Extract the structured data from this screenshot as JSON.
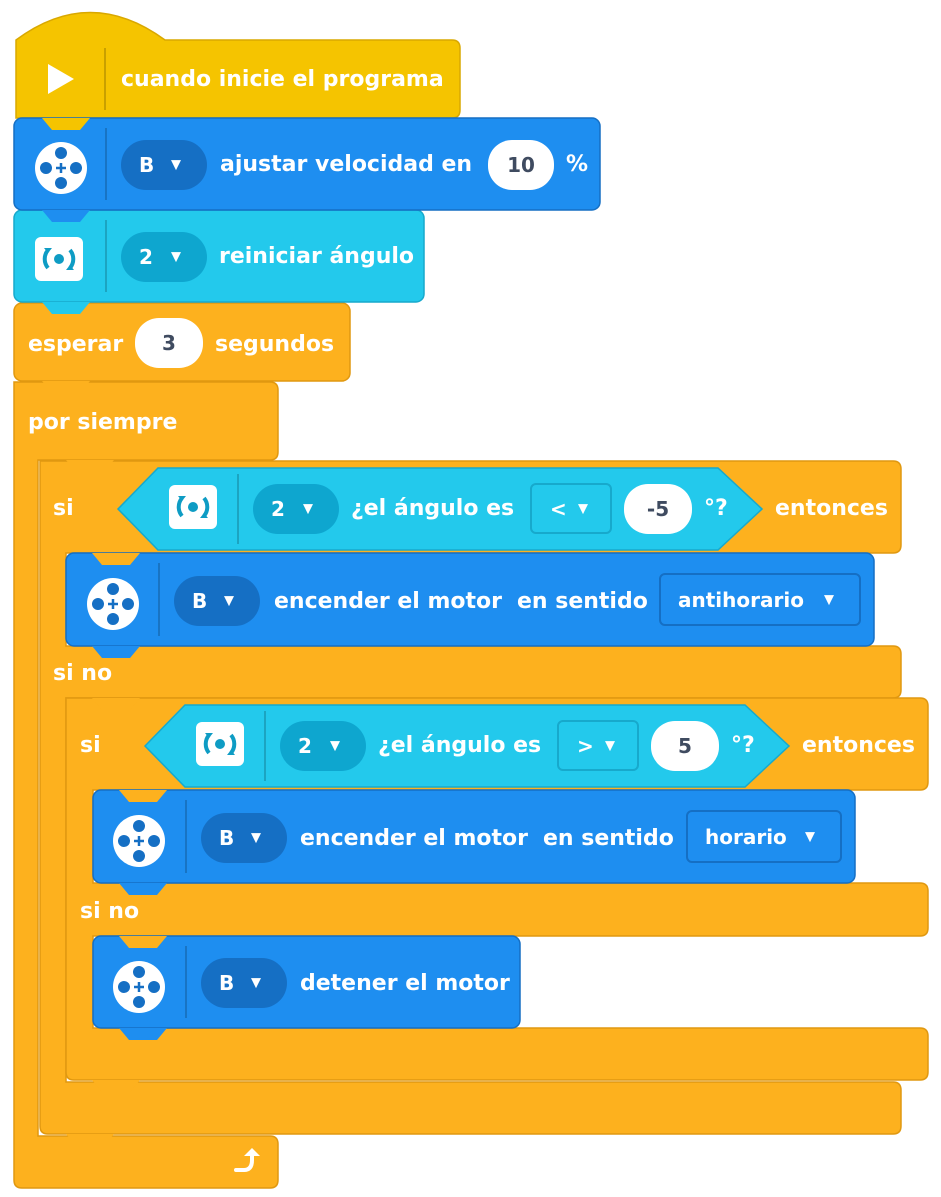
{
  "colors": {
    "event": "#F5C400",
    "motor": "#1E8EF0",
    "sensor": "#23C9EC",
    "control": "#FDB11E",
    "text": "#FFFFFF",
    "number": "#3F4B60"
  },
  "hat": {
    "icon": "play-icon",
    "label": "cuando inicie el programa"
  },
  "speed": {
    "icon": "motor-icon",
    "port": "B",
    "label": "ajustar velocidad en",
    "value": "10",
    "unit": "%"
  },
  "reset": {
    "icon": "rotation-sensor-icon",
    "port": "2",
    "label": "reiniciar ángulo"
  },
  "wait": {
    "label": "esperar",
    "value": "3",
    "unit": "segundos"
  },
  "forever": {
    "label": "por siempre",
    "icon": "loop-arrow-icon"
  },
  "if1": {
    "si": "si",
    "port": "2",
    "question": "¿el ángulo es",
    "op": "<",
    "value": "-5",
    "suffix": "°?",
    "entonces": "entonces",
    "else": "si no"
  },
  "motor1": {
    "port": "B",
    "label": "encender el motor",
    "label2": "en sentido",
    "dir": "antihorario"
  },
  "if2": {
    "si": "si",
    "port": "2",
    "question": "¿el ángulo es",
    "op": ">",
    "value": "5",
    "suffix": "°?",
    "entonces": "entonces",
    "else": "si no"
  },
  "motor2": {
    "port": "B",
    "label": "encender el motor",
    "label2": "en sentido",
    "dir": "horario"
  },
  "stop": {
    "port": "B",
    "label": "detener el motor"
  }
}
